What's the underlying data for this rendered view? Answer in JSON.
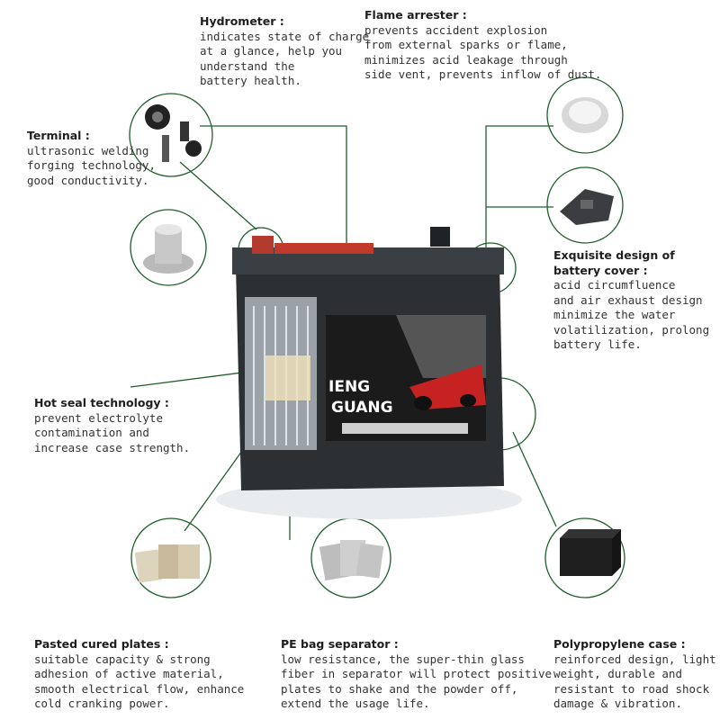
{
  "callouts": {
    "hydrometer": {
      "title": "Hydrometer :",
      "desc": "indicates state of charge\nat a glance, help you\nunderstand the\nbattery health."
    },
    "flame": {
      "title": "Flame arrester :",
      "desc": "prevents accident explosion\nfrom external sparks or flame,\nminimizes acid leakage through\nside vent, prevents inflow of dust."
    },
    "terminal": {
      "title": "Terminal :",
      "desc": "ultrasonic welding\nforging technology,\ngood conductivity."
    },
    "cover": {
      "title": "Exquisite design of\nbattery cover :",
      "desc": "acid circumfluence\nand air exhaust design\nminimize the water\nvolatilization, prolong\nbattery life."
    },
    "hotseal": {
      "title": "Hot seal technology :",
      "desc": "prevent electrolyte\ncontamination and\nincrease case strength."
    },
    "plates": {
      "title": "Pasted cured plates :",
      "desc": "suitable capacity & strong\nadhesion of active material,\nsmooth electrical flow, enhance\ncold cranking power."
    },
    "separator": {
      "title": "PE bag separator :",
      "desc": "low resistance, the super-thin glass\nfiber in separator will protect positive\nplates to shake and the powder off,\nextend the usage life."
    },
    "case": {
      "title": "Polypropylene case :",
      "desc": "reinforced design, light\nweight, durable and\nresistant to road shock\ndamage & vibration."
    }
  },
  "battery": {
    "brand_line1": "IENG",
    "brand_line2": "GUANG"
  },
  "colors": {
    "line": "#1f5f2a",
    "case": "#2c3033",
    "cap": "#c0392b"
  }
}
